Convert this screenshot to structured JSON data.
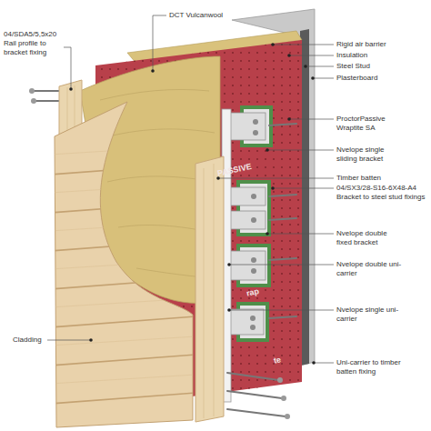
{
  "diagram": {
    "labels": [
      "04/SDA5/5,5x20 Rail profile to bracket fixing",
      "DCT Vulcanwool",
      "Rigid air barrier",
      "Insulation",
      "Steel Stud",
      "Plasterboard",
      "ProctorPassive Wraptite SA",
      "Nvelope single sliding bracket",
      "Timber batten",
      "04/SX3/28-S16-6X48-A4 Bracket to steel stud fixings",
      "Nvelope double fixed bracket",
      "Nvelope double uni-carrier",
      "Nvelope single uni-carrier",
      "Uni-carrier to timber batten fixing",
      "Cladding",
      "PASSIVE",
      "rap",
      "te"
    ]
  }
}
